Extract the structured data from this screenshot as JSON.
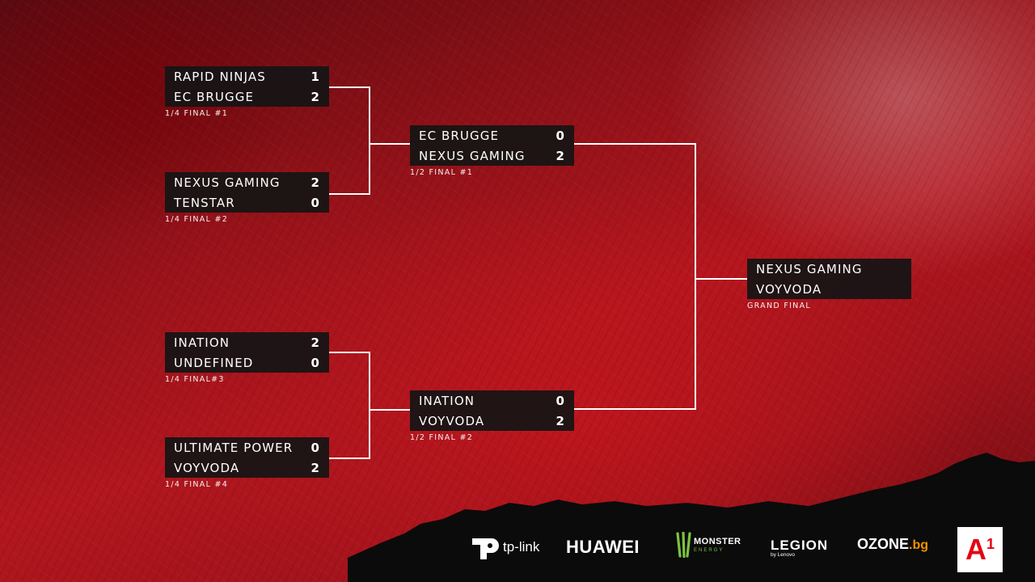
{
  "quarterfinals": [
    {
      "label": "1/4 FINAL #1",
      "teams": [
        {
          "name": "RAPID NINJAS",
          "score": "1"
        },
        {
          "name": "EC BRUGGE",
          "score": "2"
        }
      ]
    },
    {
      "label": "1/4 FINAL #2",
      "teams": [
        {
          "name": "NEXUS GAMING",
          "score": "2"
        },
        {
          "name": "TENSTAR",
          "score": "0"
        }
      ]
    },
    {
      "label": "1/4 FINAL#3",
      "teams": [
        {
          "name": "INATION",
          "score": "2"
        },
        {
          "name": "UNDEFINED",
          "score": "0"
        }
      ]
    },
    {
      "label": "1/4 FINAL #4",
      "teams": [
        {
          "name": "ULTIMATE POWER",
          "score": "0"
        },
        {
          "name": "VOYVODA",
          "score": "2"
        }
      ]
    }
  ],
  "semifinals": [
    {
      "label": "1/2 FINAL #1",
      "teams": [
        {
          "name": "EC BRUGGE",
          "score": "0"
        },
        {
          "name": "NEXUS GAMING",
          "score": "2"
        }
      ]
    },
    {
      "label": "1/2 FINAL #2",
      "teams": [
        {
          "name": "INATION",
          "score": "0"
        },
        {
          "name": "VOYVODA",
          "score": "2"
        }
      ]
    }
  ],
  "grand_final": {
    "label": "GRAND FINAL",
    "teams": [
      {
        "name": "NEXUS GAMING",
        "score": ""
      },
      {
        "name": "VOYVODA",
        "score": ""
      }
    ]
  },
  "sponsors": {
    "tplink": "tp-link",
    "huawei": "HUAWEI",
    "monster": "MONSTER",
    "monster_sub": "ENERGY",
    "legion": "LEGION",
    "legion_sub": "by Lenovo",
    "ozone": "OZONE",
    "ozone_tld": ".bg",
    "a1": "A",
    "a1_sup": "1"
  },
  "colors": {
    "background_red": "#b3161e",
    "box": "#141414",
    "line": "#ffffff",
    "monster_green": "#7cc242",
    "ozone_orange": "#f39200",
    "a1_red": "#e30613"
  }
}
